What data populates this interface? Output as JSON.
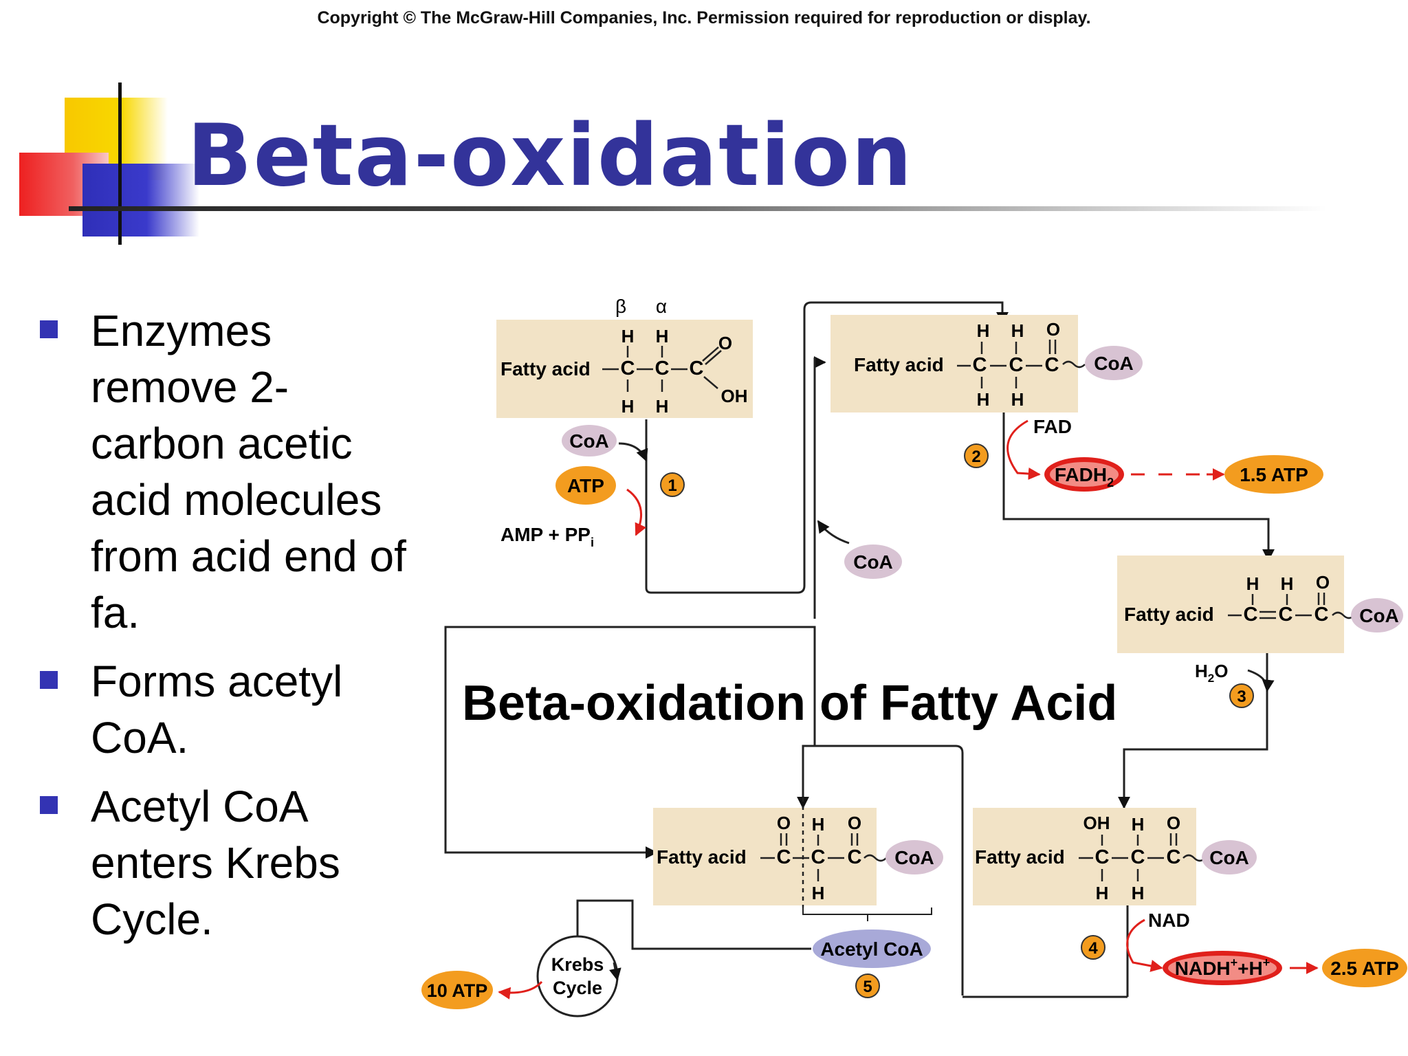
{
  "copyright": "Copyright © The McGraw-Hill Companies, Inc. Permission required for reproduction or display.",
  "slide_title": "Beta-oxidation",
  "bullets": [
    "Enzymes remove 2-carbon acetic acid molecules from acid end of fa.",
    "Forms acetyl CoA.",
    "Acetyl CoA enters Krebs Cycle."
  ],
  "diagram": {
    "title": "Beta-oxidation of Fatty Acid",
    "fatty_acid_label": "Fatty acid",
    "greek_beta": "β",
    "greek_alpha": "α",
    "coa": "CoA",
    "atp": "ATP",
    "amp_pp": "AMP + PP",
    "amp_sub": "i",
    "fad": "FAD",
    "fadh": "FADH",
    "fadh_sub": "2",
    "atp_1_5": "1.5 ATP",
    "h2o_h": "H",
    "h2o_sub": "2",
    "h2o_o": "O",
    "nad": "NAD",
    "nadh": "NADH",
    "nadh_sup1": "+",
    "nadh_h": "+H",
    "nadh_sup2": "+",
    "atp_2_5": "2.5 ATP",
    "acetyl_coa": "Acetyl CoA",
    "krebs_line1": "Krebs",
    "krebs_line2": "Cycle",
    "atp_10": "10 ATP",
    "steps": [
      "1",
      "2",
      "3",
      "4",
      "5"
    ]
  },
  "colors": {
    "title": "#33339a",
    "bullet": "#3333b3",
    "box_fill": "#f2e3c6",
    "coa_oval": "#d8c3d3",
    "atp_oval": "#f39c1f",
    "red_oval": "#e0201b",
    "acetyl_oval": "#a8a9d8"
  }
}
